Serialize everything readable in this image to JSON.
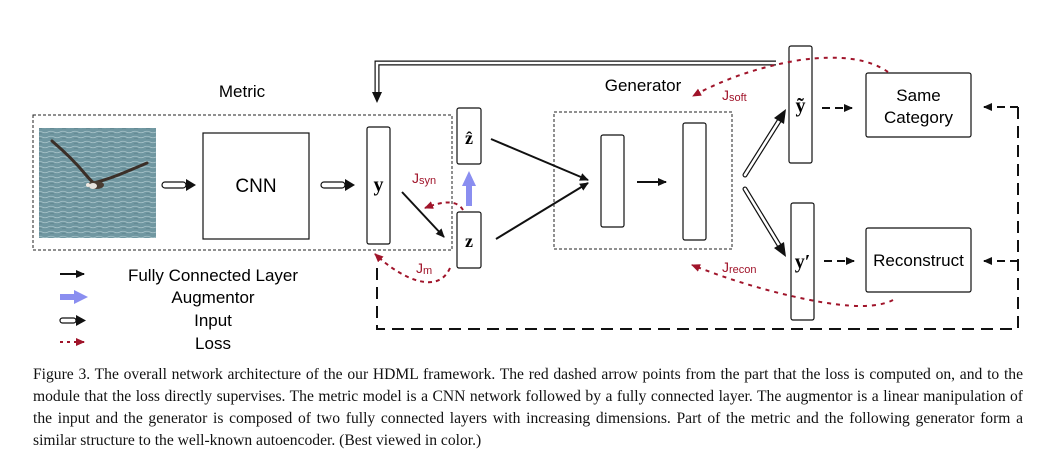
{
  "figure": {
    "labels": {
      "metric": "Metric",
      "generator": "Generator",
      "cnn": "CNN",
      "y": "y",
      "z_hat": "ẑ",
      "z": "z",
      "y_tilde": "ỹ",
      "y_prime": "y′",
      "same_category_line1": "Same",
      "same_category_line2": "Category",
      "reconstruct": "Reconstruct"
    },
    "losses": {
      "j_syn": {
        "base": "J",
        "sub": "syn"
      },
      "j_m": {
        "base": "J",
        "sub": "m"
      },
      "j_soft": {
        "base": "J",
        "sub": "soft"
      },
      "j_recon": {
        "base": "J",
        "sub": "recon"
      }
    },
    "legend": [
      {
        "label": "Fully Connected Layer",
        "type": "fc"
      },
      {
        "label": "Augmentor",
        "type": "augmentor"
      },
      {
        "label": "Input",
        "type": "input"
      },
      {
        "label": "Loss",
        "type": "loss"
      }
    ],
    "image": {
      "description": "bird flying over water"
    },
    "colors": {
      "loss": "#a0142a",
      "augmentor": "#8a8ef0",
      "stroke": "#111111",
      "water": "#6f949e"
    }
  },
  "caption": "Figure 3. The overall network architecture of the our HDML framework. The red dashed arrow points from the part that the loss is computed on, and to the module that the loss directly supervises. The metric model is a CNN network followed by a fully connected layer. The augmentor is a linear manipulation of the input and the generator is composed of two fully connected layers with increasing dimensions. Part of the metric and the following generator form a similar structure to the well-known autoencoder. (Best viewed in color.)"
}
